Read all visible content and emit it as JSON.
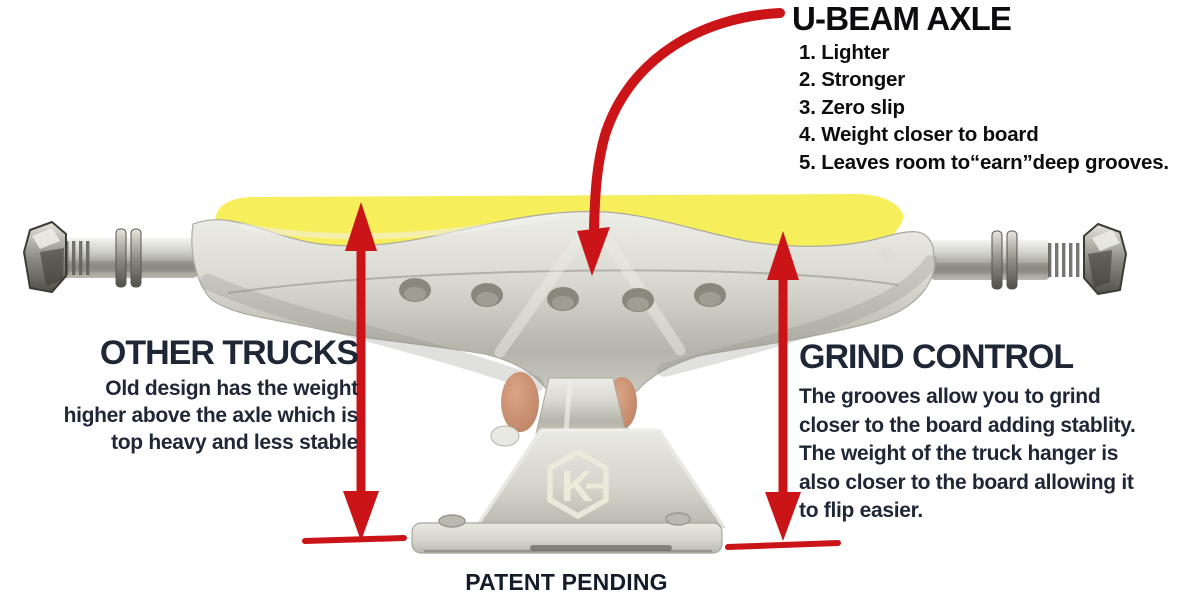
{
  "ubeam": {
    "title": "U-BEAM AXLE",
    "items": [
      "1. Lighter",
      "2. Stronger",
      "3. Zero slip",
      "4. Weight closer to board",
      "5. Leaves room to“earn”deep grooves."
    ]
  },
  "other_trucks": {
    "heading": "OTHER TRUCKS",
    "lines": [
      "Old design has the weight",
      "higher above the axle which is",
      "top heavy and less stable"
    ]
  },
  "grind_control": {
    "heading": "GRIND CONTROL",
    "lines": [
      "The grooves allow you to grind",
      "closer to the board adding stablity.",
      "The weight of the truck hanger is",
      "also closer to the board allowing it",
      "to flip easier."
    ]
  },
  "footer": {
    "patent_pending": "PATENT PENDING"
  },
  "logo": {
    "monogram": "K"
  },
  "colors": {
    "accent_red": "#cb1417",
    "highlight_yellow": "#f7ee5c",
    "heading_color": "#1f2736",
    "list_color": "#0d0d0f",
    "patent_color": "#141b29"
  }
}
